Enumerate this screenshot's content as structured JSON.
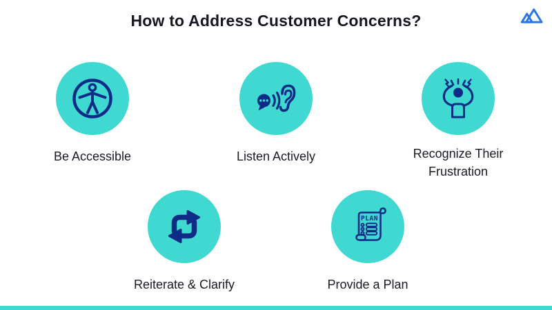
{
  "title": "How to Address Customer Concerns?",
  "logo": {
    "name": "brand-mountain-logo"
  },
  "colors": {
    "circle": "#3FD9D1",
    "icon": "#0E2B86",
    "title": "#17171F",
    "label": "#1A1A21",
    "logo_blue": "#2B76E5",
    "footer_bar": "#3FD9D1"
  },
  "items": [
    {
      "label": "Be Accessible",
      "icon": "accessibility-icon"
    },
    {
      "label": "Listen Actively",
      "icon": "listening-ear-icon"
    },
    {
      "label": "Recognize Their Frustration",
      "icon": "frustrated-person-icon"
    },
    {
      "label": "Reiterate & Clarify",
      "icon": "repeat-arrows-icon"
    },
    {
      "label": "Provide a Plan",
      "icon": "plan-scroll-icon",
      "icon_text": "PLAN"
    }
  ]
}
